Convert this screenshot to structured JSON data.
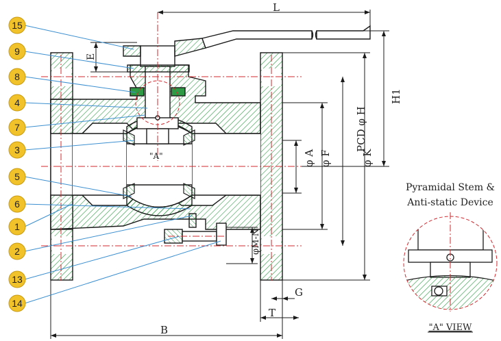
{
  "callouts": [
    {
      "n": "15"
    },
    {
      "n": "9"
    },
    {
      "n": "8"
    },
    {
      "n": "4"
    },
    {
      "n": "7"
    },
    {
      "n": "3"
    },
    {
      "n": "5"
    },
    {
      "n": "6"
    },
    {
      "n": "1"
    },
    {
      "n": "2"
    },
    {
      "n": "13"
    },
    {
      "n": "14"
    }
  ],
  "dimensions": {
    "L": "L",
    "E": "E",
    "H1": "H1",
    "K": "φ K",
    "PCD_H": "PCD φ H",
    "F": "φ F",
    "A": "φ A",
    "MN": "φM-N",
    "G": "G",
    "T": "T",
    "B": "B"
  },
  "view_a_marker": "\"A\"",
  "detail": {
    "title_line1": "Pyramidal Stem &",
    "title_line2": "Anti-static Device",
    "caption": "\"A\" VIEW"
  },
  "colors": {
    "callout_fill": "#f2c22b",
    "callout_stroke": "#c89a10",
    "hatch": "#2e9a45",
    "line": "#1a1a1a",
    "centerline": "#d2282e",
    "leader": "#3b8fd0"
  }
}
